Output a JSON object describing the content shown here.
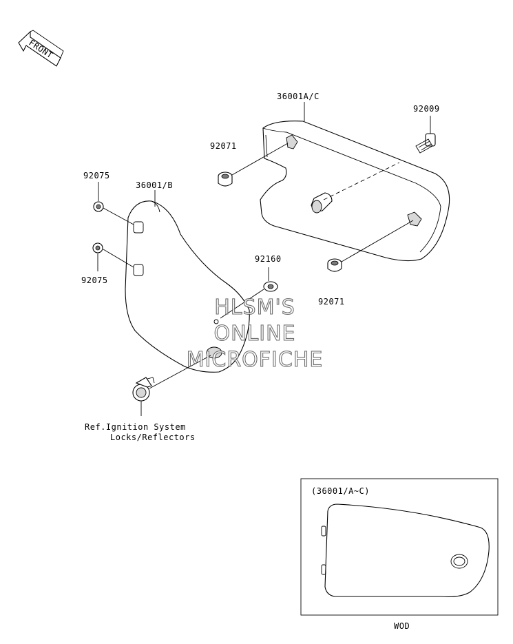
{
  "front_label": "FRONT",
  "parts": {
    "cover_right": "36001A/C",
    "cover_left": "36001/B",
    "bolt": "92009",
    "grommet_upper": "92071",
    "grommet_lower": "92071",
    "grommet_top_left": "92075",
    "grommet_bottom_left": "92075",
    "washer": "92160"
  },
  "reference_note": {
    "line1": "Ref.Ignition System",
    "line2": "Locks/Reflectors"
  },
  "watermark": {
    "line1": "HLSM'S",
    "line2": "ONLINE",
    "line3": "MICROFICHE"
  },
  "inset": {
    "title": "(36001/A~C)",
    "caption": "WOD"
  }
}
